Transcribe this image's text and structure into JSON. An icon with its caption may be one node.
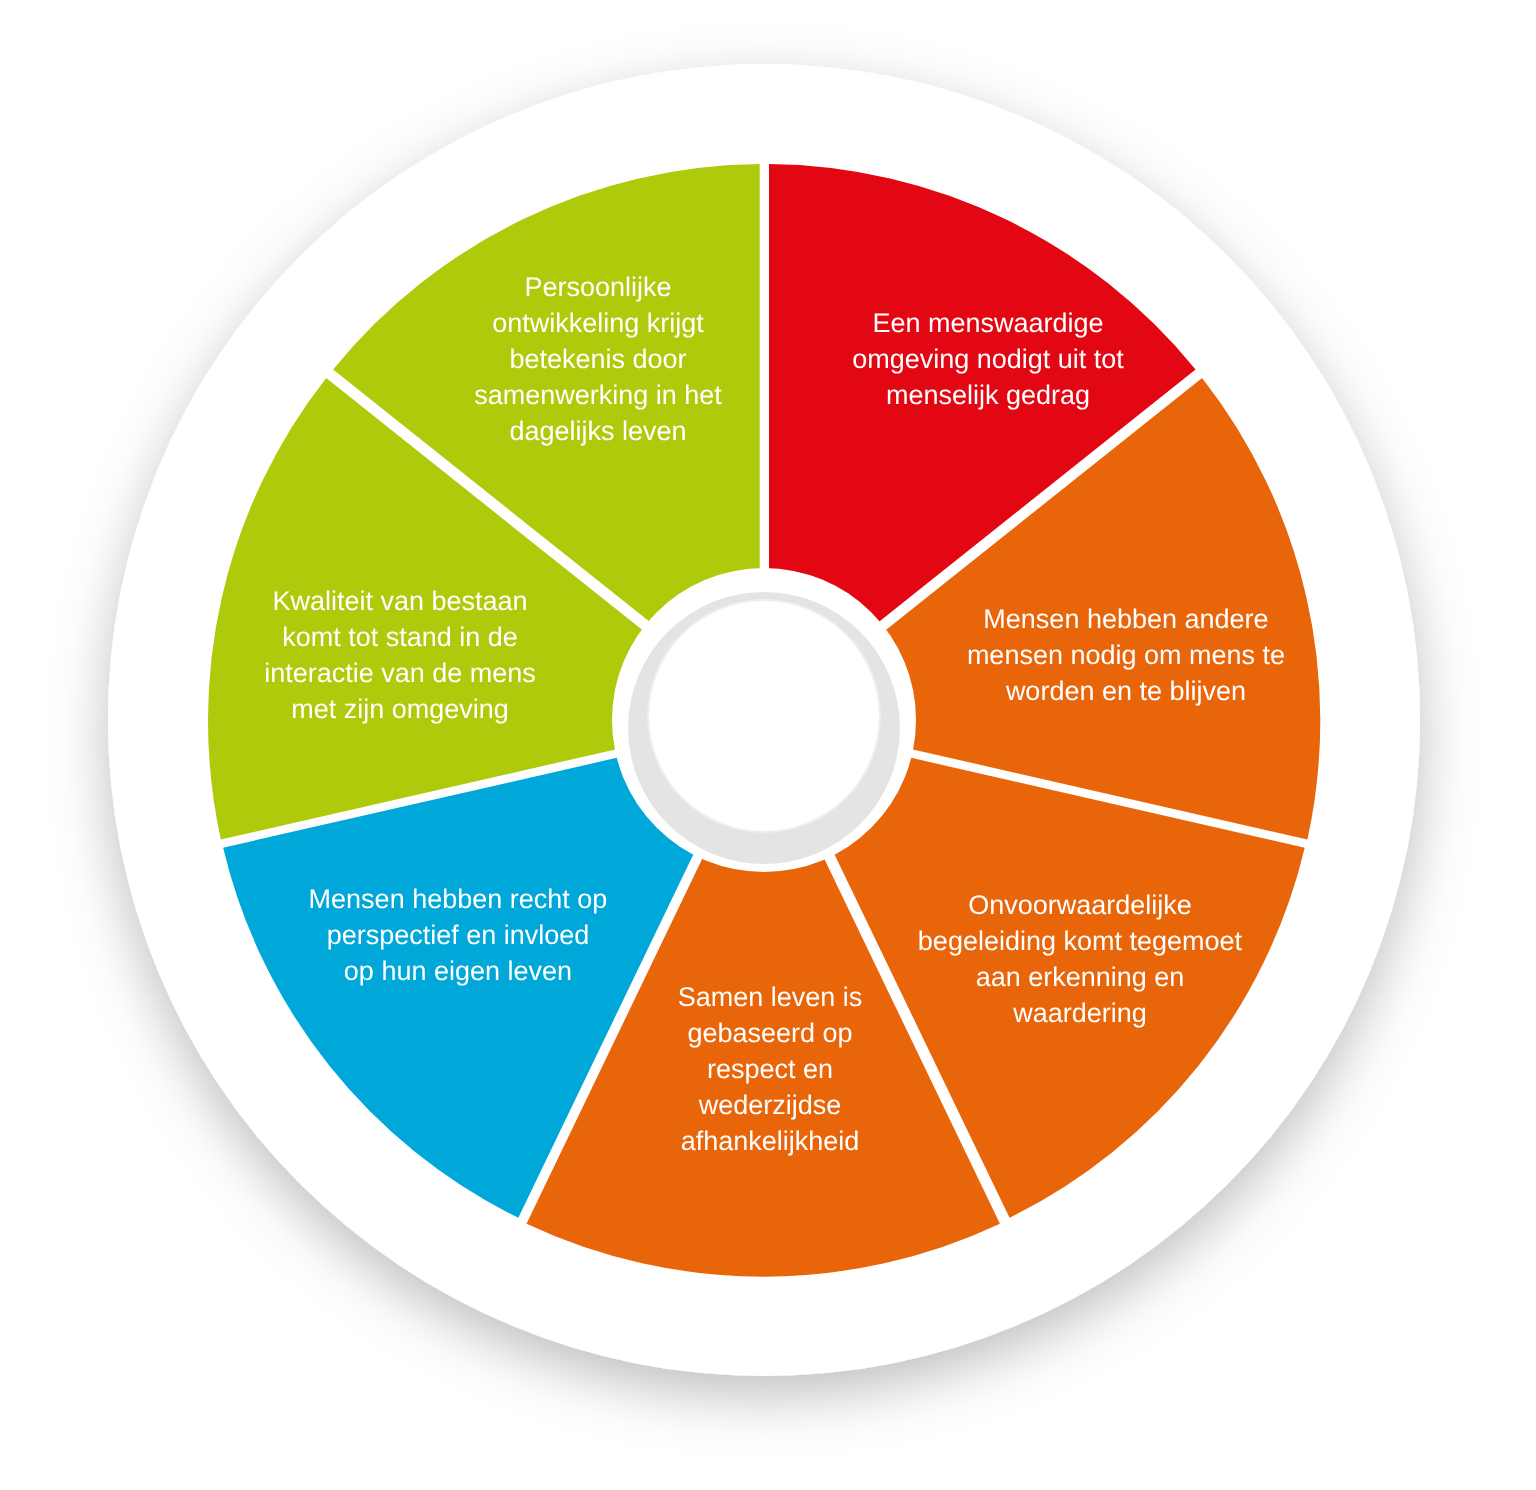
{
  "diagram": {
    "nodes": [
      {
        "text": [
          "Een menswaardige omgeving nodigt uit tot menselijk gedrag"
        ]
      },
      {
        "text": [
          "Mensen hebben andere mensen nodig om mens te worden en te blijven"
        ]
      },
      {
        "text": [
          "Onvoorwaardelijke begeleiding komt tegemoet aan erkenning en waardering"
        ]
      },
      {
        "text": [
          "Samen leven is gebaseerd op respect en wederzijdse afhankelijkheid"
        ]
      },
      {
        "text": [
          "Mensen hebben recht op perspectief en invloed op hun eigen leven"
        ]
      },
      {
        "text": [
          "Kwaliteit van bestaan komt tot stand in de interactie van de mens met zijn omgeving"
        ]
      },
      {
        "text": [
          "Persoonlijke ontwikkeling krijgt betekenis door samenwerking in het dagelijks leven"
        ]
      }
    ]
  }
}
